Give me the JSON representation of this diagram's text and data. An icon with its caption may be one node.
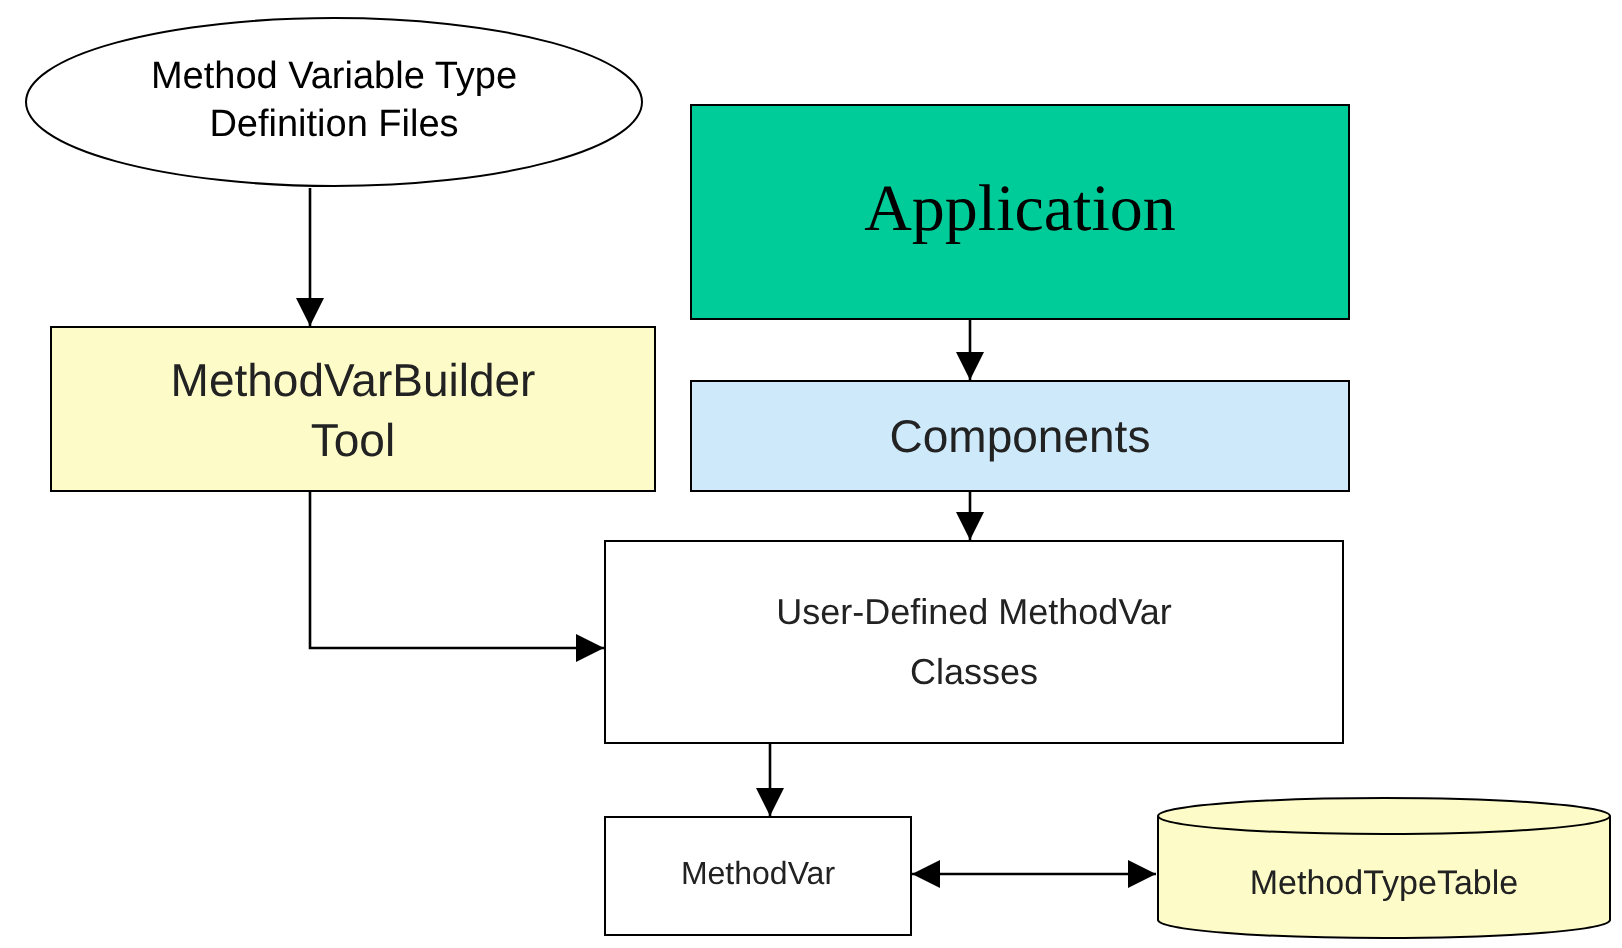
{
  "diagram": {
    "nodes": [
      {
        "text": [
          "Method Variable Type Definition Files"
        ]
      },
      {
        "text": [
          "MethodVarBuilder Tool"
        ]
      },
      {
        "text": [
          "Application"
        ]
      },
      {
        "text": [
          "Components"
        ]
      },
      {
        "text": [
          "User-Defined MethodVar Classes"
        ]
      },
      {
        "text": [
          "MethodVar"
        ]
      },
      {
        "text": [
          "MethodTypeTable"
        ]
      }
    ],
    "edges": [
      {
        "from": 0,
        "to": 1,
        "arrow": "to"
      },
      {
        "from": 2,
        "to": 3,
        "arrow": "to"
      },
      {
        "from": 3,
        "to": 4,
        "arrow": "to"
      },
      {
        "from": 1,
        "to": 4,
        "arrow": "to"
      },
      {
        "from": 4,
        "to": 5,
        "arrow": "to"
      },
      {
        "from": 5,
        "to": 6,
        "arrow": "both"
      }
    ]
  }
}
